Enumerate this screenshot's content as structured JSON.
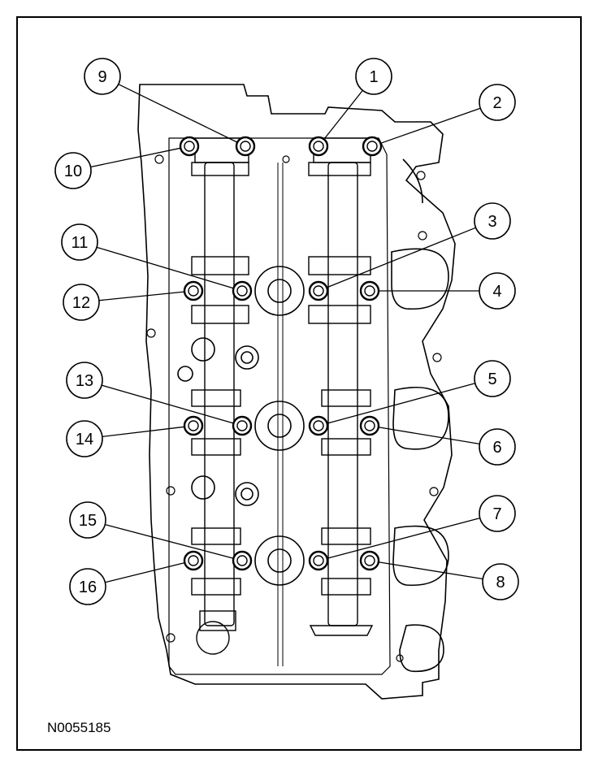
{
  "figure": {
    "id": "N0055185"
  },
  "callouts": [
    {
      "label": "1"
    },
    {
      "label": "2"
    },
    {
      "label": "3"
    },
    {
      "label": "4"
    },
    {
      "label": "5"
    },
    {
      "label": "6"
    },
    {
      "label": "7"
    },
    {
      "label": "8"
    },
    {
      "label": "9"
    },
    {
      "label": "10"
    },
    {
      "label": "11"
    },
    {
      "label": "12"
    },
    {
      "label": "13"
    },
    {
      "label": "14"
    },
    {
      "label": "15"
    },
    {
      "label": "16"
    }
  ],
  "colors": {
    "line": "#000000",
    "background": "#ffffff"
  }
}
